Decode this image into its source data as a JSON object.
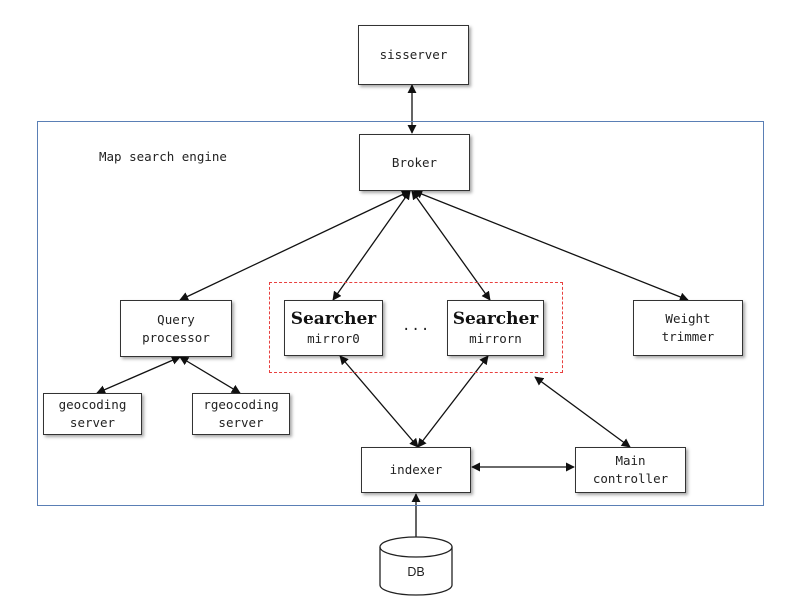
{
  "diagram": {
    "engine_label": "Map search engine",
    "nodes": {
      "sisserver": {
        "lines": [
          "sisserver"
        ]
      },
      "broker": {
        "lines": [
          "Broker"
        ]
      },
      "query_processor": {
        "lines": [
          "Query",
          "processor"
        ]
      },
      "searcher_0": {
        "title": "Searcher",
        "sub": "mirror0"
      },
      "ellipsis": "...",
      "searcher_n": {
        "title": "Searcher",
        "sub": "mirrorn"
      },
      "weight_trimmer": {
        "lines": [
          "Weight",
          "trimmer"
        ]
      },
      "geocoding_server": {
        "lines": [
          "geocoding",
          "server"
        ]
      },
      "rgeocoding_server": {
        "lines": [
          "rgeocoding",
          "server"
        ]
      },
      "indexer": {
        "lines": [
          "indexer"
        ]
      },
      "main_controller": {
        "lines": [
          "Main",
          "controller"
        ]
      },
      "db": {
        "lines": [
          "DB"
        ]
      }
    },
    "colors": {
      "engine_frame": "#5a7fb5",
      "mirror_group_dashed": "#e8403f",
      "box_border": "#333333"
    }
  }
}
